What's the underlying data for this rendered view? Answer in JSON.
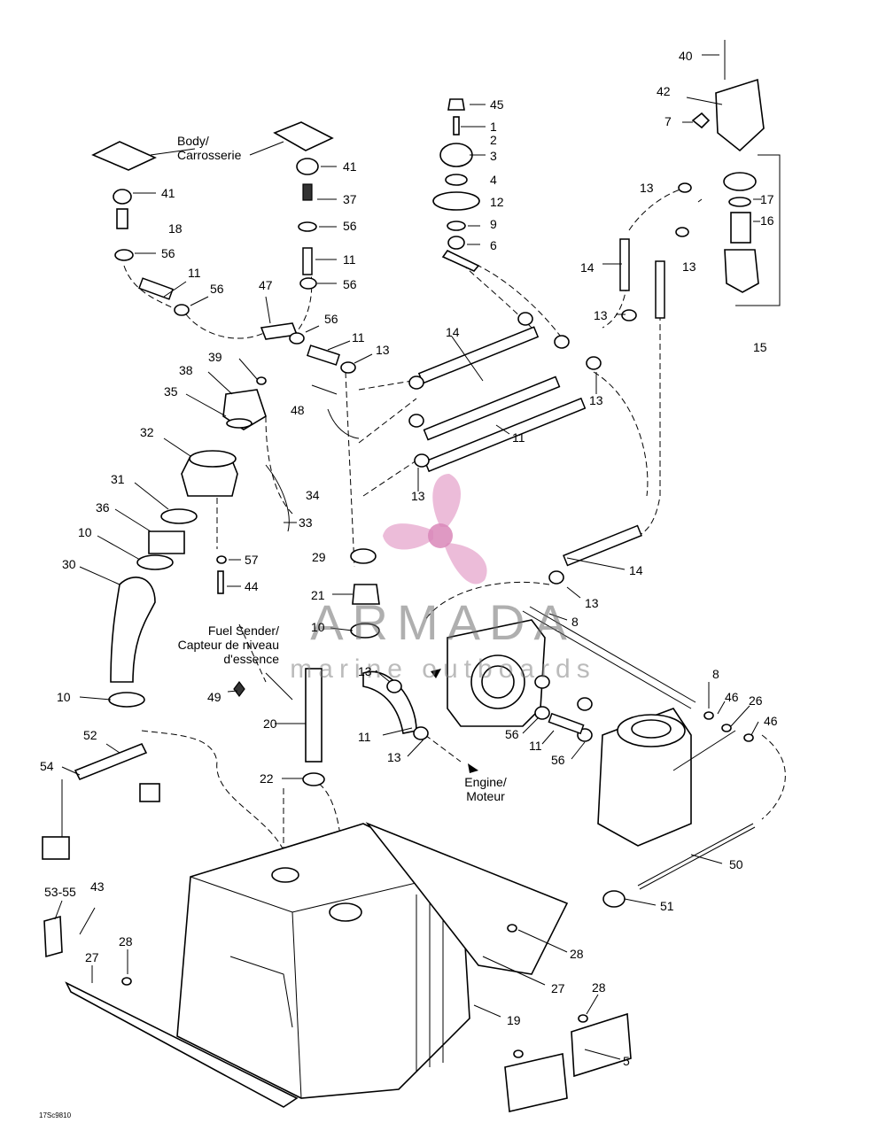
{
  "labels": {
    "body": [
      "Body/",
      "Carrosserie"
    ],
    "fuel_sender": [
      "Fuel Sender/",
      "Capteur de niveau",
      "d'essence"
    ],
    "engine": [
      "Engine/",
      "Moteur"
    ]
  },
  "callouts": [
    "40",
    "42",
    "7",
    "45",
    "1",
    "2",
    "3",
    "4",
    "12",
    "9",
    "6",
    "41",
    "37",
    "56",
    "11",
    "56",
    "41",
    "18",
    "56",
    "11",
    "56",
    "47",
    "56",
    "11",
    "13",
    "39",
    "38",
    "35",
    "48",
    "14",
    "11",
    "13",
    "13",
    "14",
    "13",
    "13",
    "15",
    "16",
    "17",
    "13",
    "32",
    "31",
    "36",
    "10",
    "30",
    "34",
    "33",
    "29",
    "57",
    "44",
    "21",
    "10",
    "13",
    "8",
    "14",
    "13",
    "49",
    "20",
    "10",
    "11",
    "13",
    "56",
    "11",
    "56",
    "8",
    "46",
    "26",
    "46",
    "22",
    "50",
    "51",
    "52",
    "54",
    "53-55",
    "43",
    "28",
    "27",
    "28",
    "27",
    "19",
    "28",
    "5"
  ],
  "drawing_code": "17Sc9810",
  "watermark": {
    "title": "ARMADA",
    "subtitle": "marine outboards"
  }
}
